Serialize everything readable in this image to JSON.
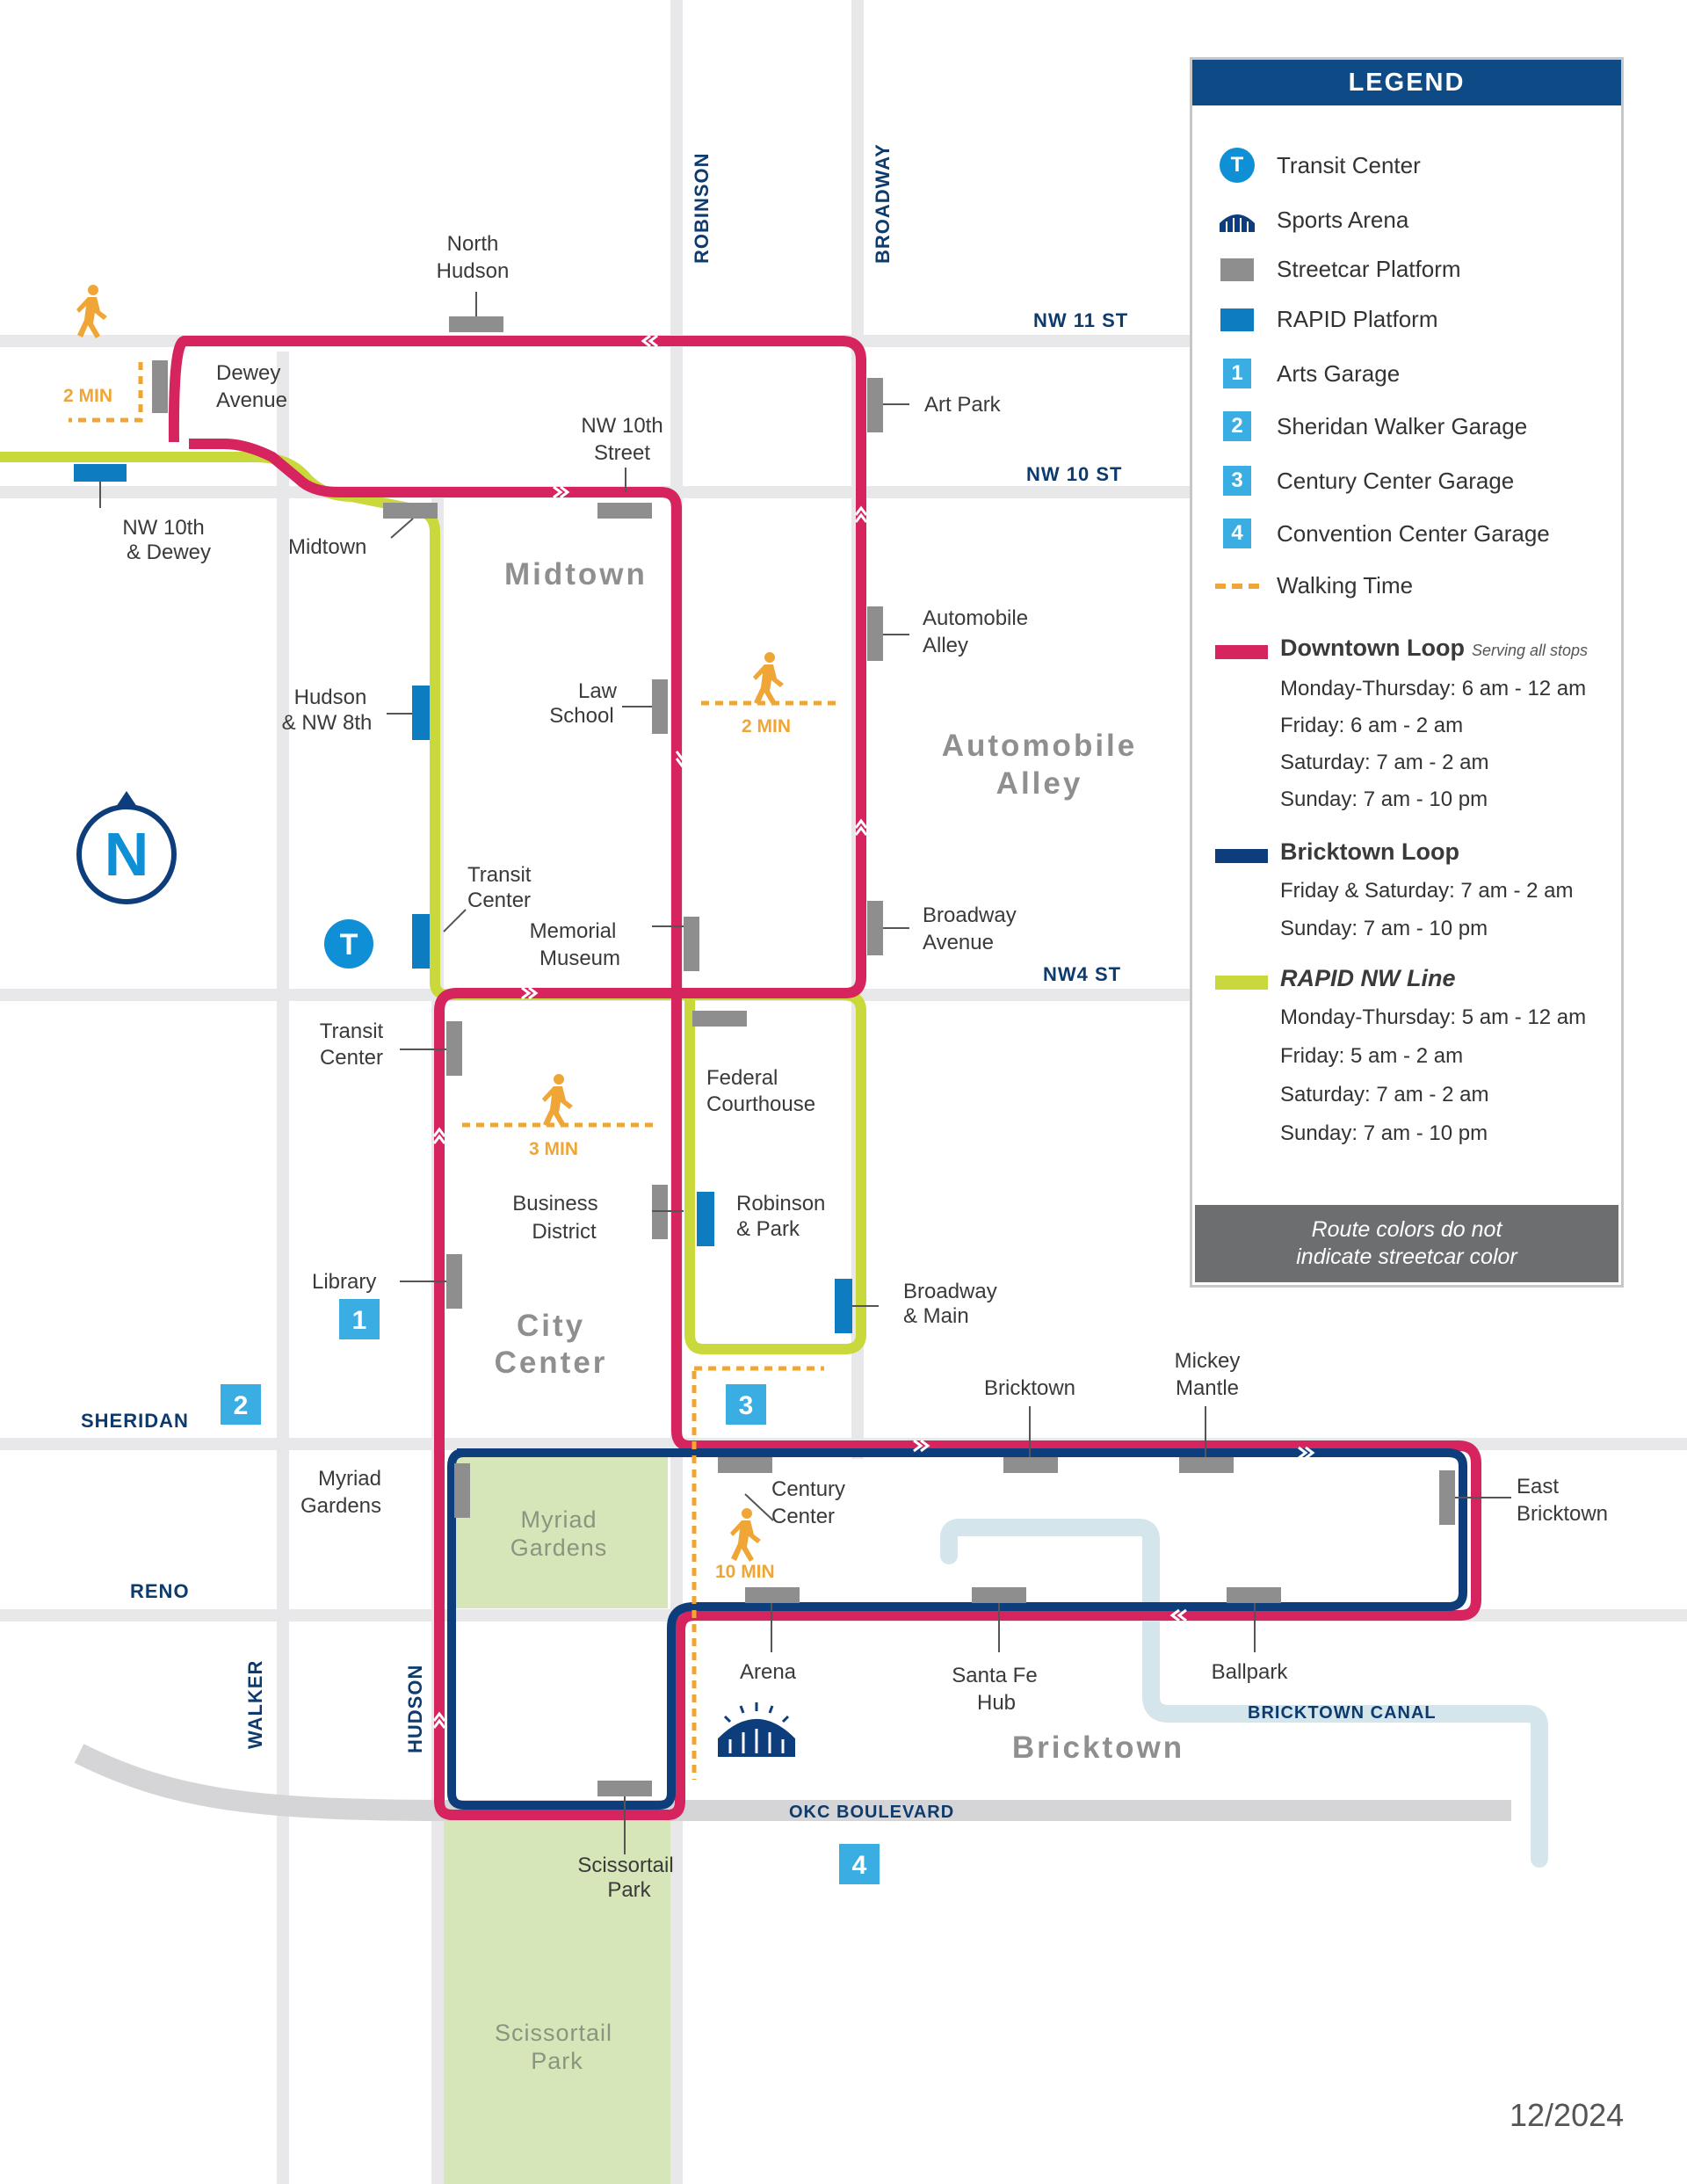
{
  "legend": {
    "title": "LEGEND",
    "items": [
      {
        "symbol": "T",
        "label": "Transit Center",
        "icon": "transit-center-icon"
      },
      {
        "label": "Sports Arena",
        "icon": "sports-arena-icon"
      },
      {
        "label": "Streetcar Platform",
        "color": "#8e8e8e"
      },
      {
        "label": "RAPID Platform",
        "color": "#0e7cc1"
      },
      {
        "symbol": "1",
        "label": "Arts Garage"
      },
      {
        "symbol": "2",
        "label": "Sheridan Walker Garage"
      },
      {
        "symbol": "3",
        "label": "Century Center Garage"
      },
      {
        "symbol": "4",
        "label": "Convention Center Garage"
      },
      {
        "label": "Walking Time",
        "color": "#f0a637"
      }
    ],
    "routes": [
      {
        "name": "Downtown Loop",
        "note": "Serving all stops",
        "color": "#d6245e",
        "schedule": [
          "Monday-Thursday: 6 am - 12 am",
          "Friday: 6 am - 2 am",
          "Saturday: 7 am - 2 am",
          "Sunday: 7 am - 10 pm"
        ]
      },
      {
        "name": "Bricktown Loop",
        "color": "#0e3d7c",
        "schedule": [
          "Friday & Saturday: 7 am - 2 am",
          "Sunday: 7 am - 10 pm"
        ]
      },
      {
        "name": "RAPID NW Line",
        "color": "#c9d83a",
        "schedule": [
          "Monday-Thursday: 5 am - 12 am",
          "Friday: 5 am - 2 am",
          "Saturday: 7 am - 2 am",
          "Sunday: 7 am - 10 pm"
        ]
      }
    ],
    "footnote": [
      "Route colors do not",
      "indicate streetcar color"
    ]
  },
  "streets": {
    "nw11": "NW 11 ST",
    "nw10": "NW 10 ST",
    "nw4": "NW4 ST",
    "sheridan": "SHERIDAN",
    "reno": "RENO",
    "walker": "WALKER",
    "hudson": "HUDSON",
    "robinson": "ROBINSON",
    "broadway": "BROADWAY",
    "okc_blvd": "OKC BOULEVARD",
    "canal": "BRICKTOWN CANAL"
  },
  "districts": {
    "midtown": "Midtown",
    "automobile_alley": [
      "Automobile",
      "Alley"
    ],
    "city_center": [
      "City",
      "Center"
    ],
    "bricktown": "Bricktown"
  },
  "parks": {
    "myriad": [
      "Myriad",
      "Gardens"
    ],
    "scissortail": [
      "Scissortail",
      "Park"
    ]
  },
  "stops": {
    "north_hudson": [
      "North",
      "Hudson"
    ],
    "dewey_avenue": [
      "Dewey",
      "Avenue"
    ],
    "nw10_dewey": [
      "NW 10th",
      "& Dewey"
    ],
    "nw10_street": [
      "NW 10th",
      "Street"
    ],
    "midtown": "Midtown",
    "art_park": "Art Park",
    "hudson_nw8": [
      "Hudson",
      "& NW 8th"
    ],
    "law_school": [
      "Law",
      "School"
    ],
    "automobile_alley": [
      "Automobile",
      "Alley"
    ],
    "transit_center_n": [
      "Transit",
      "Center"
    ],
    "memorial_museum": [
      "Memorial",
      "Museum"
    ],
    "broadway_avenue": [
      "Broadway",
      "Avenue"
    ],
    "transit_center_s": [
      "Transit",
      "Center"
    ],
    "federal_courthouse": [
      "Federal",
      "Courthouse"
    ],
    "business_district": [
      "Business",
      "District"
    ],
    "robinson_park": [
      "Robinson",
      "& Park"
    ],
    "library": "Library",
    "broadway_main": [
      "Broadway",
      "& Main"
    ],
    "bricktown": "Bricktown",
    "mickey_mantle": [
      "Mickey",
      "Mantle"
    ],
    "myriad_gardens": [
      "Myriad",
      "Gardens"
    ],
    "century_center": [
      "Century",
      "Center"
    ],
    "east_bricktown": [
      "East",
      "Bricktown"
    ],
    "arena": "Arena",
    "santa_fe_hub": [
      "Santa Fe",
      "Hub"
    ],
    "ballpark": "Ballpark",
    "scissortail_park": [
      "Scissortail",
      "Park"
    ]
  },
  "walk_times": {
    "dewey": "2 MIN",
    "broadway": "2 MIN",
    "city_center": "3 MIN",
    "century": "10 MIN"
  },
  "garages": [
    "1",
    "2",
    "3",
    "4"
  ],
  "transit_symbol": "T",
  "north_symbol": "N",
  "date": "12/2024"
}
